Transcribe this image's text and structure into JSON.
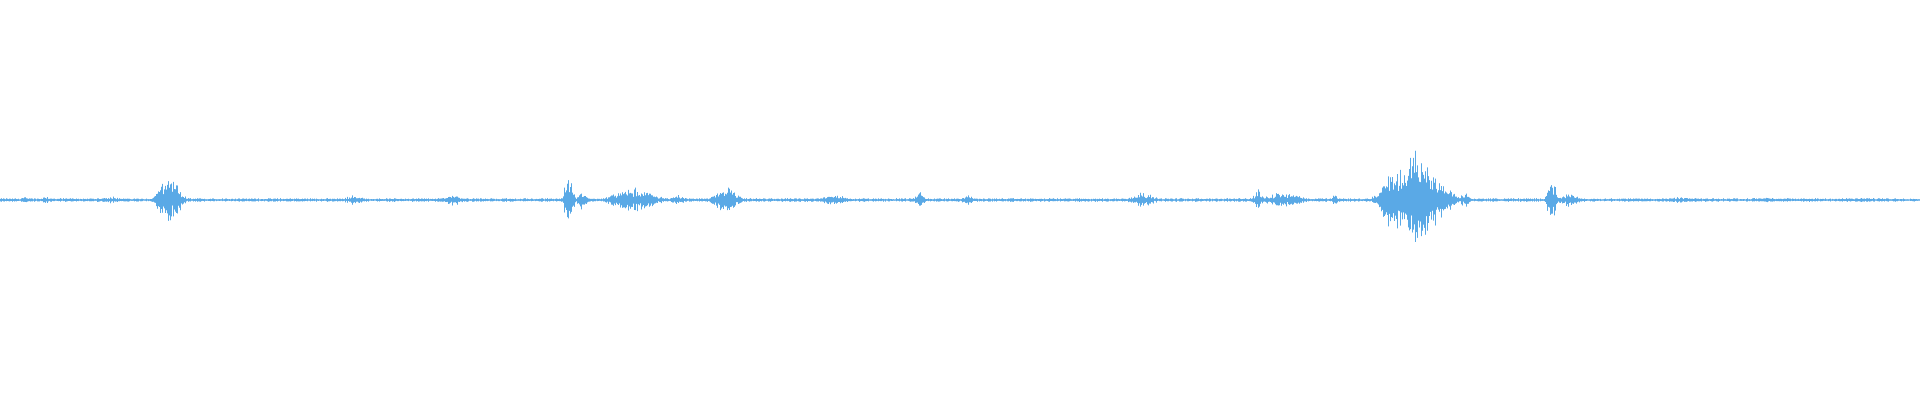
{
  "waveform": {
    "color": "#5aa9e6",
    "background": "#ffffff",
    "duration_fraction_markers": [],
    "bursts": [
      {
        "position": 0.0125,
        "amplitude": 0.02,
        "width": 0.004
      },
      {
        "position": 0.0235,
        "amplitude": 0.03,
        "width": 0.003
      },
      {
        "position": 0.058,
        "amplitude": 0.025,
        "width": 0.008
      },
      {
        "position": 0.088,
        "amplitude": 0.14,
        "width": 0.01
      },
      {
        "position": 0.184,
        "amplitude": 0.03,
        "width": 0.008
      },
      {
        "position": 0.236,
        "amplitude": 0.03,
        "width": 0.012
      },
      {
        "position": 0.296,
        "amplitude": 0.16,
        "width": 0.004
      },
      {
        "position": 0.303,
        "amplitude": 0.06,
        "width": 0.004
      },
      {
        "position": 0.33,
        "amplitude": 0.07,
        "width": 0.02
      },
      {
        "position": 0.353,
        "amplitude": 0.03,
        "width": 0.006
      },
      {
        "position": 0.378,
        "amplitude": 0.08,
        "width": 0.01
      },
      {
        "position": 0.434,
        "amplitude": 0.035,
        "width": 0.012
      },
      {
        "position": 0.479,
        "amplitude": 0.06,
        "width": 0.004
      },
      {
        "position": 0.504,
        "amplitude": 0.03,
        "width": 0.005
      },
      {
        "position": 0.595,
        "amplitude": 0.05,
        "width": 0.01
      },
      {
        "position": 0.655,
        "amplitude": 0.06,
        "width": 0.004
      },
      {
        "position": 0.668,
        "amplitude": 0.05,
        "width": 0.016
      },
      {
        "position": 0.695,
        "amplitude": 0.04,
        "width": 0.002
      },
      {
        "position": 0.723,
        "amplitude": 0.22,
        "width": 0.005
      },
      {
        "position": 0.737,
        "amplitude": 0.26,
        "width": 0.024
      },
      {
        "position": 0.763,
        "amplitude": 0.05,
        "width": 0.004
      },
      {
        "position": 0.808,
        "amplitude": 0.13,
        "width": 0.004
      },
      {
        "position": 0.817,
        "amplitude": 0.04,
        "width": 0.008
      },
      {
        "position": 0.875,
        "amplitude": 0.02,
        "width": 0.01
      },
      {
        "position": 0.92,
        "amplitude": 0.015,
        "width": 0.012
      },
      {
        "position": 0.97,
        "amplitude": 0.015,
        "width": 0.01
      }
    ]
  }
}
